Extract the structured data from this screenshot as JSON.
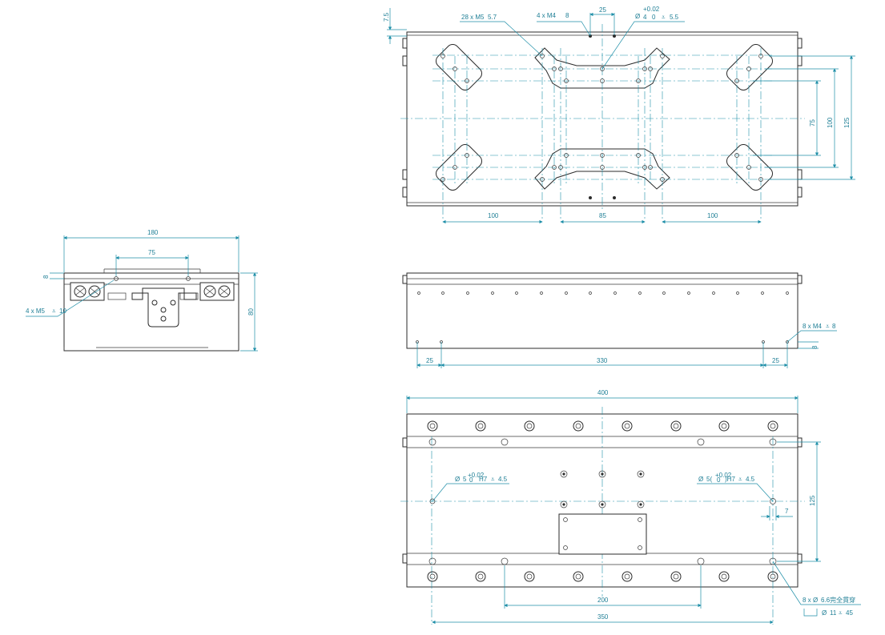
{
  "top_view": {
    "callouts": [
      "28 x M5",
      "5.7",
      "4 x M4",
      "8",
      "25",
      "+0.02",
      "0",
      "4",
      "5.5",
      "7.5"
    ],
    "dims": {
      "d100a": "100",
      "d85": "85",
      "d100b": "100",
      "v75": "75",
      "v100": "100",
      "v125": "125"
    }
  },
  "side_view": {
    "dims": {
      "d180": "180",
      "d75": "75",
      "d8": "8",
      "d80": "80"
    },
    "callout": [
      "4 x M5",
      "10"
    ]
  },
  "front_view": {
    "dims": {
      "d25a": "25",
      "d330": "330",
      "d25b": "25",
      "d8": "8"
    },
    "callout": [
      "8 x M4",
      "8"
    ]
  },
  "bottom_view": {
    "dims": {
      "d400": "400",
      "d125": "125",
      "d7": "7",
      "d200": "200",
      "d350": "350"
    },
    "callout_left": [
      "5",
      "+0.02",
      "0",
      "H7",
      "4.5"
    ],
    "callout_right": [
      "5(",
      "+0.02",
      "0",
      ")H7",
      "4.5"
    ],
    "callout_thru": [
      "8 x",
      "6.6完全貫穿",
      "11",
      "45"
    ]
  },
  "colors": {
    "dimension": "#1f8fa8",
    "part": "#2b2b2b"
  }
}
